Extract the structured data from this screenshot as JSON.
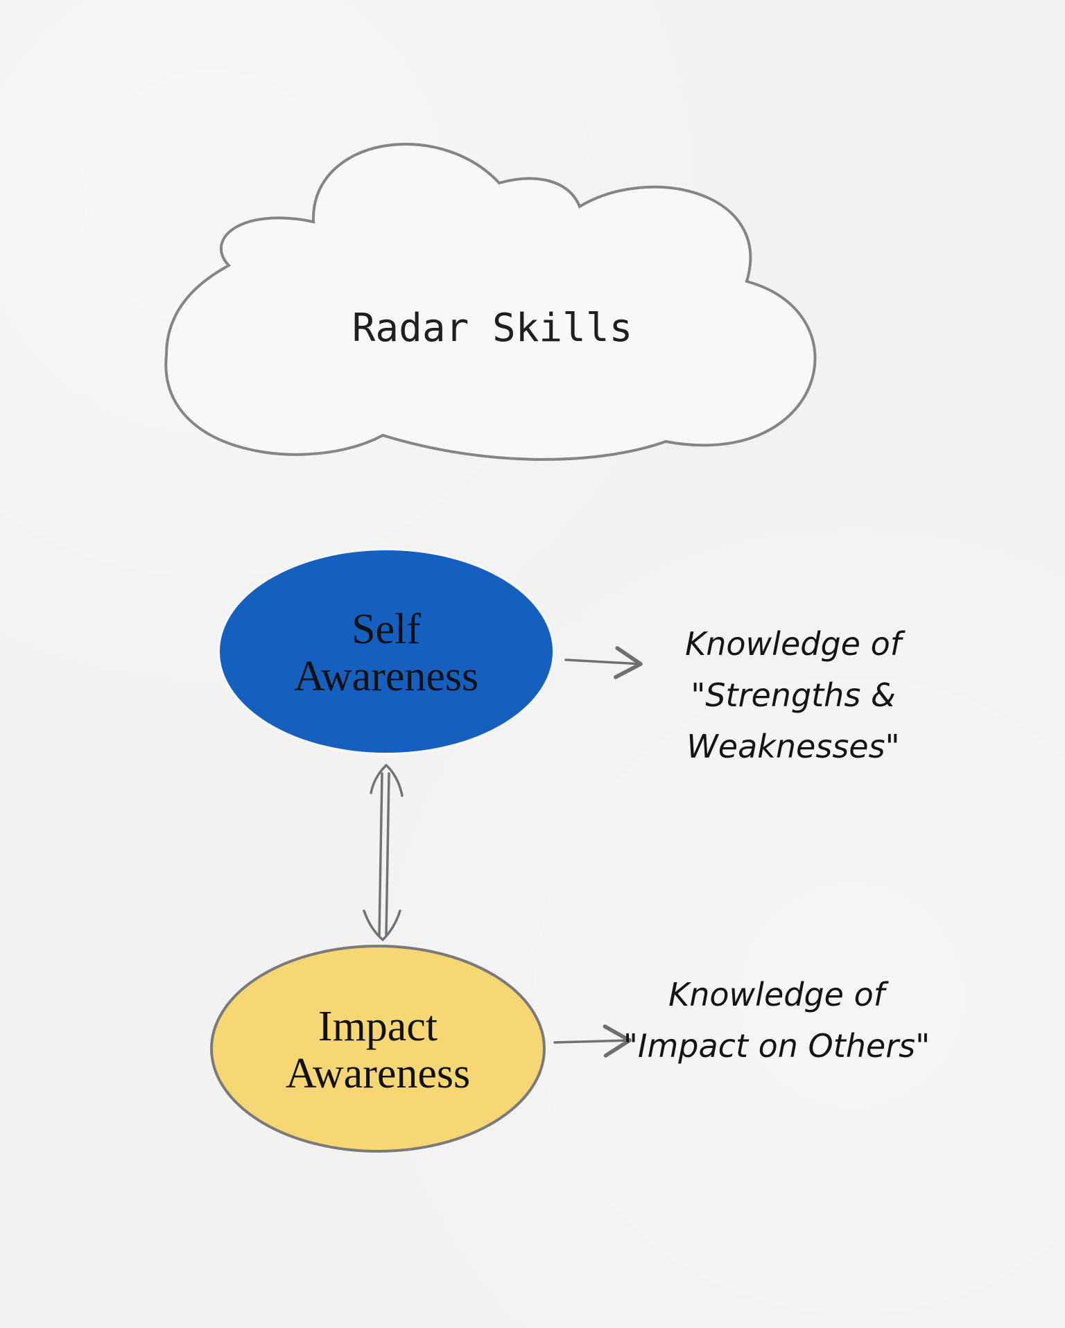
{
  "diagram": {
    "cloud": {
      "label": "Radar Skills"
    },
    "nodes": [
      {
        "line1": "Self",
        "line2": "Awareness",
        "fill": "#1560bf",
        "stroke": "#f6f6f6"
      },
      {
        "line1": "Impact",
        "line2": "Awareness",
        "fill": "#f7d773",
        "stroke": "#7a7a7a"
      }
    ],
    "notes": [
      {
        "line1": "Knowledge of",
        "line2": "\"Strengths &",
        "line3": "Weaknesses\""
      },
      {
        "line1": "Knowledge of",
        "line2": "\"Impact on Others\""
      }
    ]
  }
}
